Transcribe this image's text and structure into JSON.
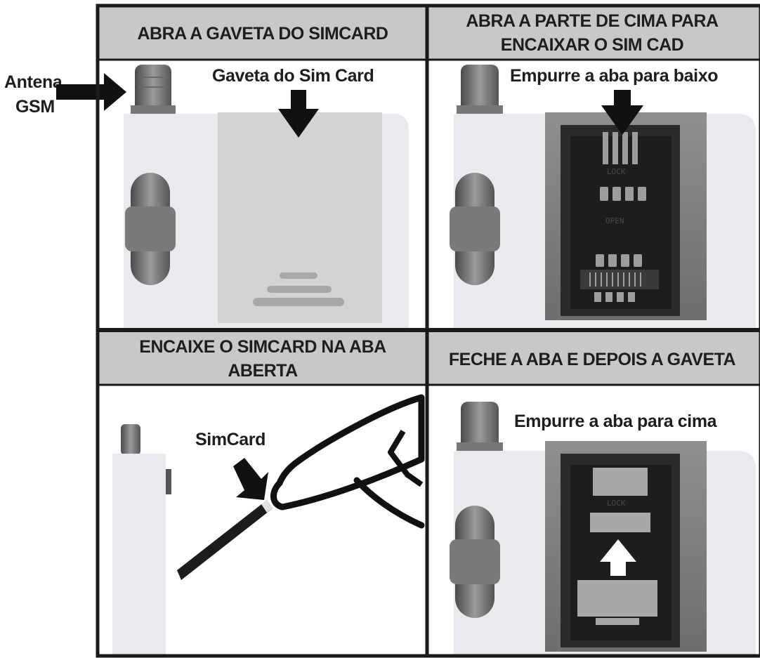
{
  "side_label": {
    "line1": "Antena",
    "line2": "GSM"
  },
  "panels": [
    {
      "title_lines": [
        "ABRA A GAVETA DO SIMCARD"
      ],
      "annotation": "Gaveta do Sim Card"
    },
    {
      "title_lines": [
        "ABRA A PARTE DE CIMA PARA",
        "ENCAIXAR O SIM CAD"
      ],
      "annotation": "Empurre a aba para baixo",
      "chip_labels": [
        "LOCK",
        "OPEN"
      ]
    },
    {
      "title_lines": [
        "ENCAIXE O SIMCARD NA ABA",
        "ABERTA"
      ],
      "annotation": "SimCard"
    },
    {
      "title_lines": [
        "FECHE A ABA E DEPOIS A GAVETA"
      ],
      "annotation": "Empurre a aba para cima",
      "chip_labels": [
        "LOCK"
      ]
    }
  ],
  "colors": {
    "header_bg": "#c8c8c8",
    "border": "#1a1a1a",
    "device_body": "#e9eaee",
    "tray": "#d3d3d3",
    "sim_holder": "#2a2a2a",
    "arrow": "#111111",
    "arrow_up": "#ffffff"
  }
}
